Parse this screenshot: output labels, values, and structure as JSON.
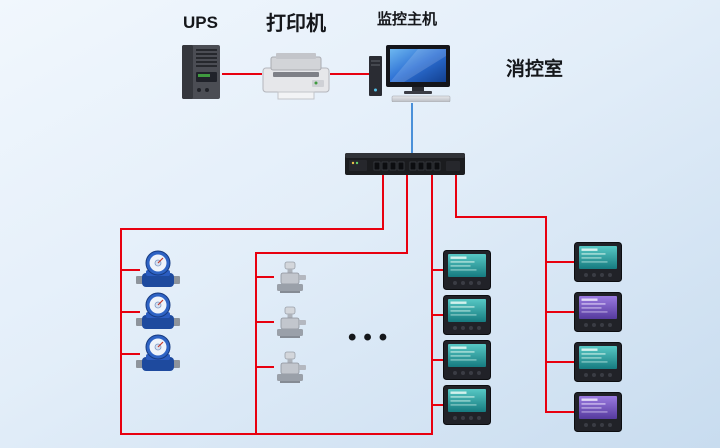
{
  "diagram": {
    "labels": {
      "ups": "UPS",
      "printer": "打印机",
      "host": "监控主机",
      "control_room": "消控室",
      "ellipsis": "•••"
    },
    "colors": {
      "connection_red": "#e8000f",
      "connection_blue": "#4a90d9",
      "background_top": "#f1f7fd",
      "background_bottom": "#c8dcef",
      "meter_screen_teal": "#2fa7a4",
      "meter_screen_purple": "#7a5cc8"
    },
    "devices": {
      "ups": "ups-tower-icon",
      "printer": "printer-icon",
      "host": "desktop-computer-icon",
      "collector": "network-switch-icon",
      "water_meter_count": 3,
      "sensor_count": 3,
      "power_meter_left_column_count": 4,
      "power_meter_right_column_count": 4
    }
  }
}
